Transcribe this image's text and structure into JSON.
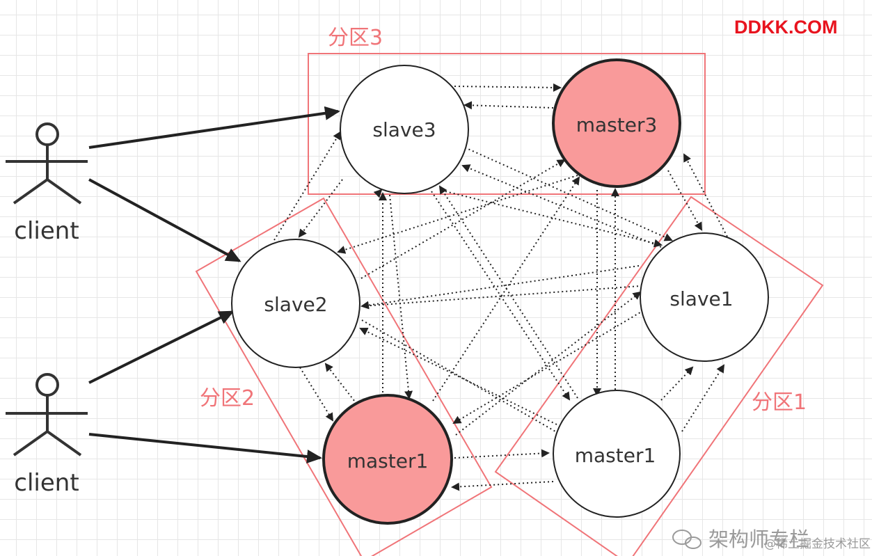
{
  "brand": {
    "text": "DDKK.COM",
    "color": "#e8131e"
  },
  "colors": {
    "partition_border": "#f07478",
    "master_fill": "#f99a9a",
    "node_fill": "#ffffff",
    "stroke": "#222222"
  },
  "partitions": [
    {
      "id": "p3",
      "label": "分区3"
    },
    {
      "id": "p2",
      "label": "分区2"
    },
    {
      "id": "p1",
      "label": "分区1"
    }
  ],
  "nodes": [
    {
      "id": "slave3",
      "label": "slave3",
      "role": "slave"
    },
    {
      "id": "master3",
      "label": "master3",
      "role": "master"
    },
    {
      "id": "slave2",
      "label": "slave2",
      "role": "slave"
    },
    {
      "id": "slave1",
      "label": "slave1",
      "role": "slave"
    },
    {
      "id": "master1a",
      "label": "master1",
      "role": "master"
    },
    {
      "id": "master1b",
      "label": "master1",
      "role": "slave"
    }
  ],
  "clients": [
    {
      "id": "client-top",
      "label": "client"
    },
    {
      "id": "client-bottom",
      "label": "client"
    }
  ],
  "watermark": {
    "text": "架构师专栏",
    "sub": "@稀土掘金技术社区"
  }
}
